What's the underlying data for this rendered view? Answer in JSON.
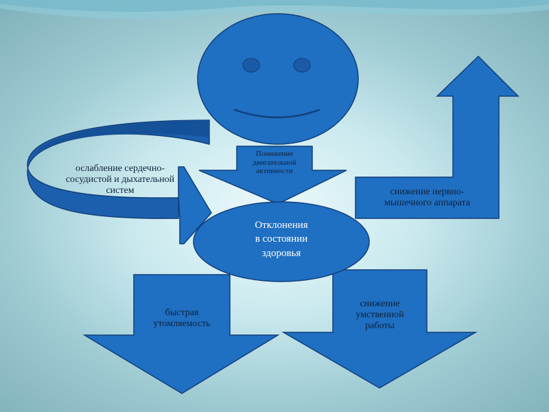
{
  "diagram": {
    "colors": {
      "shape_fill": "#1f6fc2",
      "shape_stroke": "#123f7a",
      "face_feature": "#1b5aa6",
      "center_text": "#ffffff",
      "label_text": "#10213a"
    },
    "center": {
      "label": "Отклонения\nв состоянии\nздоровья"
    },
    "nodes": {
      "top_arrow": "Понижение\nдвигательной\nактивности",
      "left_arrow": "ослабление сердечно-\nсосудистой и дыхательной\nсистем",
      "right_arrow": "снижение нервно-\nмышечного аппарата",
      "bottom_left_arrow": "быстрая\nутомляемость",
      "bottom_right_arrow": "снижение\nумственной\nработы"
    },
    "face_icon": "smiley-face"
  }
}
